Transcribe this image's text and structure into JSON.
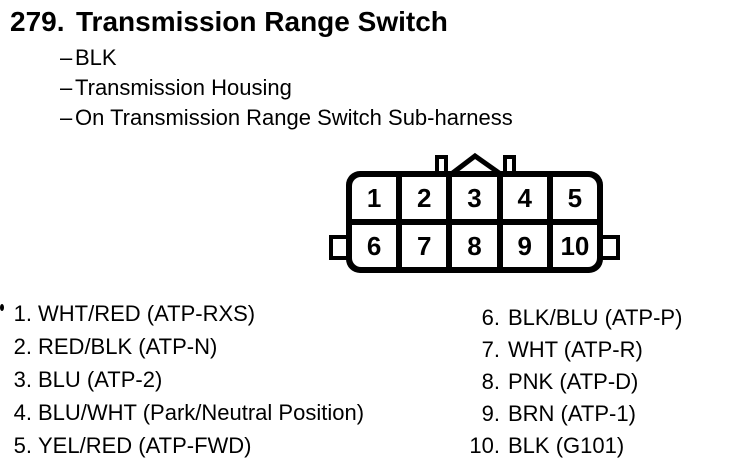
{
  "heading": {
    "number": "279.",
    "title": "Transmission Range Switch"
  },
  "details": {
    "bullet": "–",
    "items": [
      "BLK",
      "Transmission Housing",
      "On Transmission Range Switch Sub-harness"
    ]
  },
  "connector": {
    "top_row": [
      "1",
      "2",
      "3",
      "4",
      "5"
    ],
    "bottom_row": [
      "6",
      "7",
      "8",
      "9",
      "10"
    ]
  },
  "pin_list_left": [
    {
      "num": "1.",
      "label": "WHT/RED (ATP-RXS)"
    },
    {
      "num": "2.",
      "label": "RED/BLK (ATP-N)"
    },
    {
      "num": "3.",
      "label": "BLU (ATP-2)"
    },
    {
      "num": "4.",
      "label": "BLU/WHT (Park/Neutral Position)"
    },
    {
      "num": "5.",
      "label": "YEL/RED (ATP-FWD)"
    }
  ],
  "pin_list_right": [
    {
      "num": "6.",
      "label": "BLK/BLU (ATP-P)"
    },
    {
      "num": "7.",
      "label": "WHT (ATP-R)"
    },
    {
      "num": "8.",
      "label": "PNK (ATP-D)"
    },
    {
      "num": "9.",
      "label": "BRN (ATP-1)"
    },
    {
      "num": "10.",
      "label": "BLK (G101)"
    }
  ],
  "colors": {
    "ink": "#000000",
    "paper": "#ffffff"
  }
}
